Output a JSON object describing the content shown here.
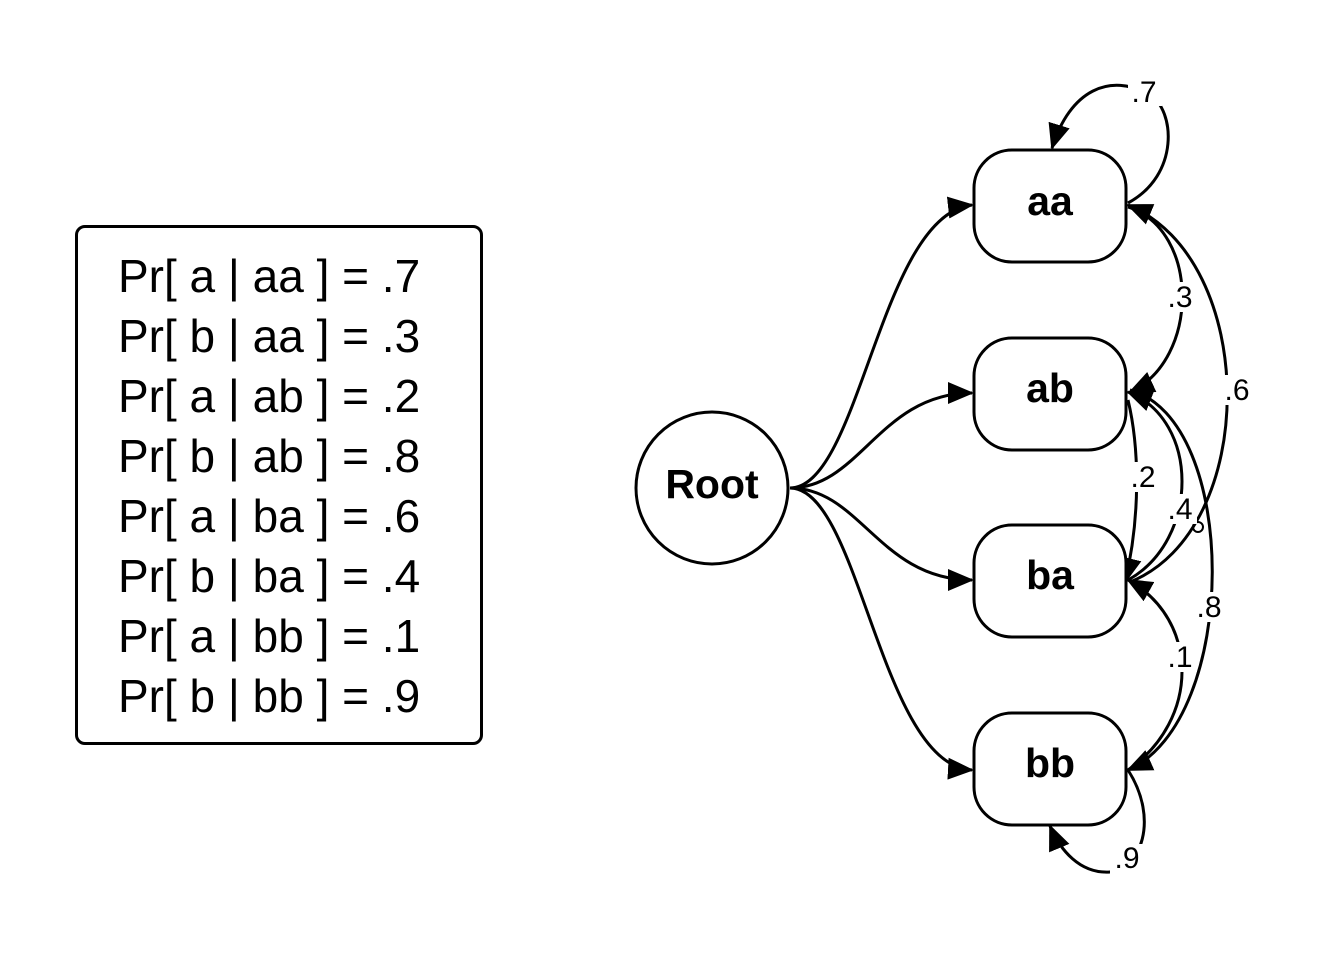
{
  "probabilities": [
    "Pr[ a | aa ] = .7",
    "Pr[ b | aa ] = .3",
    "Pr[ a | ab ] = .2",
    "Pr[ b | ab ] = .8",
    "Pr[ a | ba ] = .6",
    "Pr[ b | ba ] = .4",
    "Pr[ a | bb ] = .1",
    "Pr[ b | bb ] = .9"
  ],
  "nodes": {
    "root": "Root",
    "aa": "aa",
    "ab": "ab",
    "ba": "ba",
    "bb": "bb"
  },
  "edges": {
    "aa_self": ".7",
    "aa_to_ab": ".3",
    "ba_to_aa": ".6",
    "ab_to_ba": ".2",
    "ba_to_ab": ".4",
    "ab_to_bb": ".8",
    "bb_to_ba": ".1",
    "bb_self": ".9"
  }
}
